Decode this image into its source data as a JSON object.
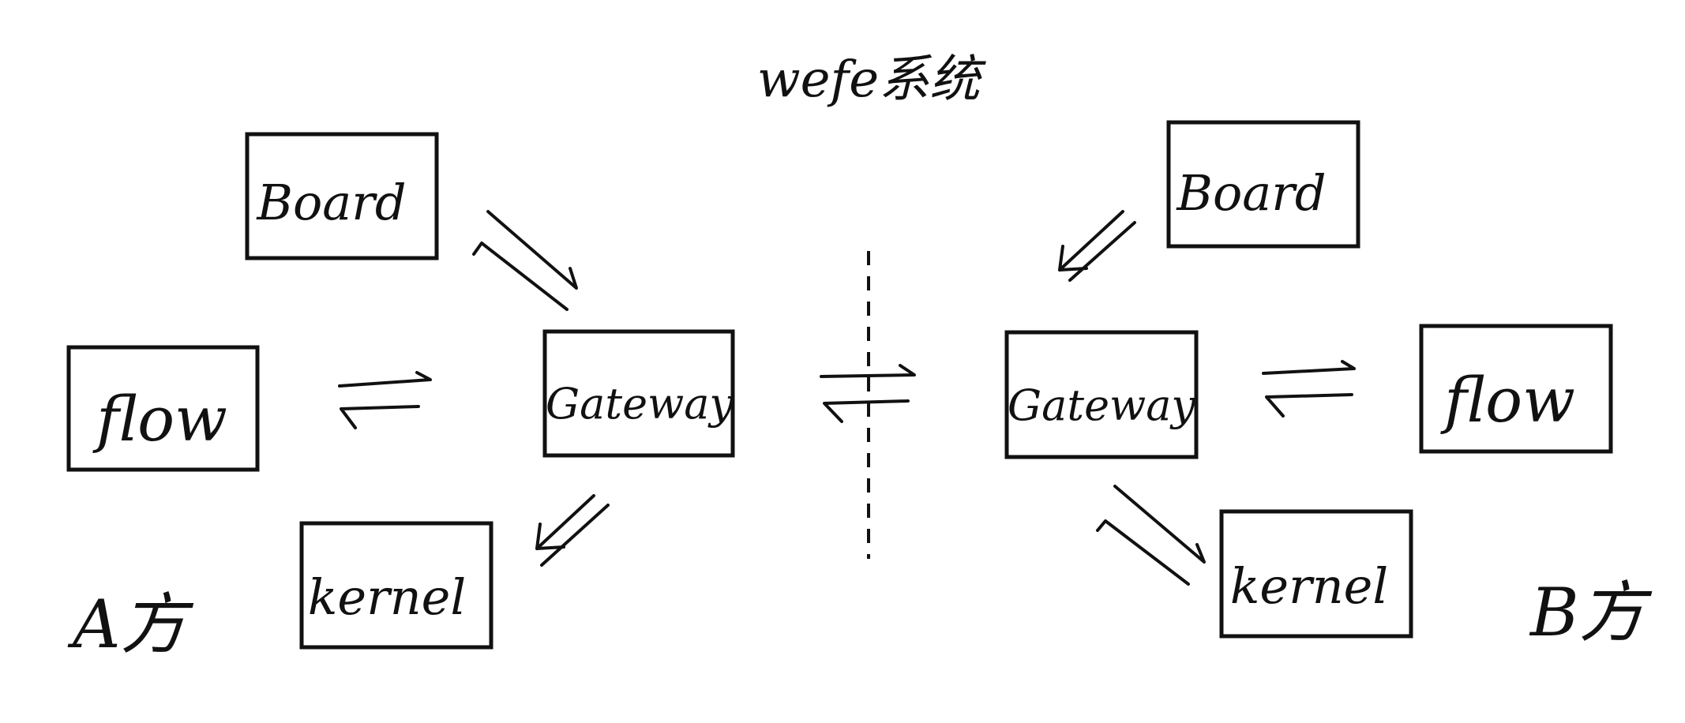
{
  "title": "wefe系统",
  "party_a": {
    "label": "A方",
    "board": "Board",
    "flow": "flow",
    "gateway": "Gateway",
    "kernel": "kernel"
  },
  "party_b": {
    "label": "B方",
    "board": "Board",
    "flow": "flow",
    "gateway": "Gateway",
    "kernel": "kernel"
  },
  "colors": {
    "ink": "#111111",
    "background": "#ffffff"
  }
}
